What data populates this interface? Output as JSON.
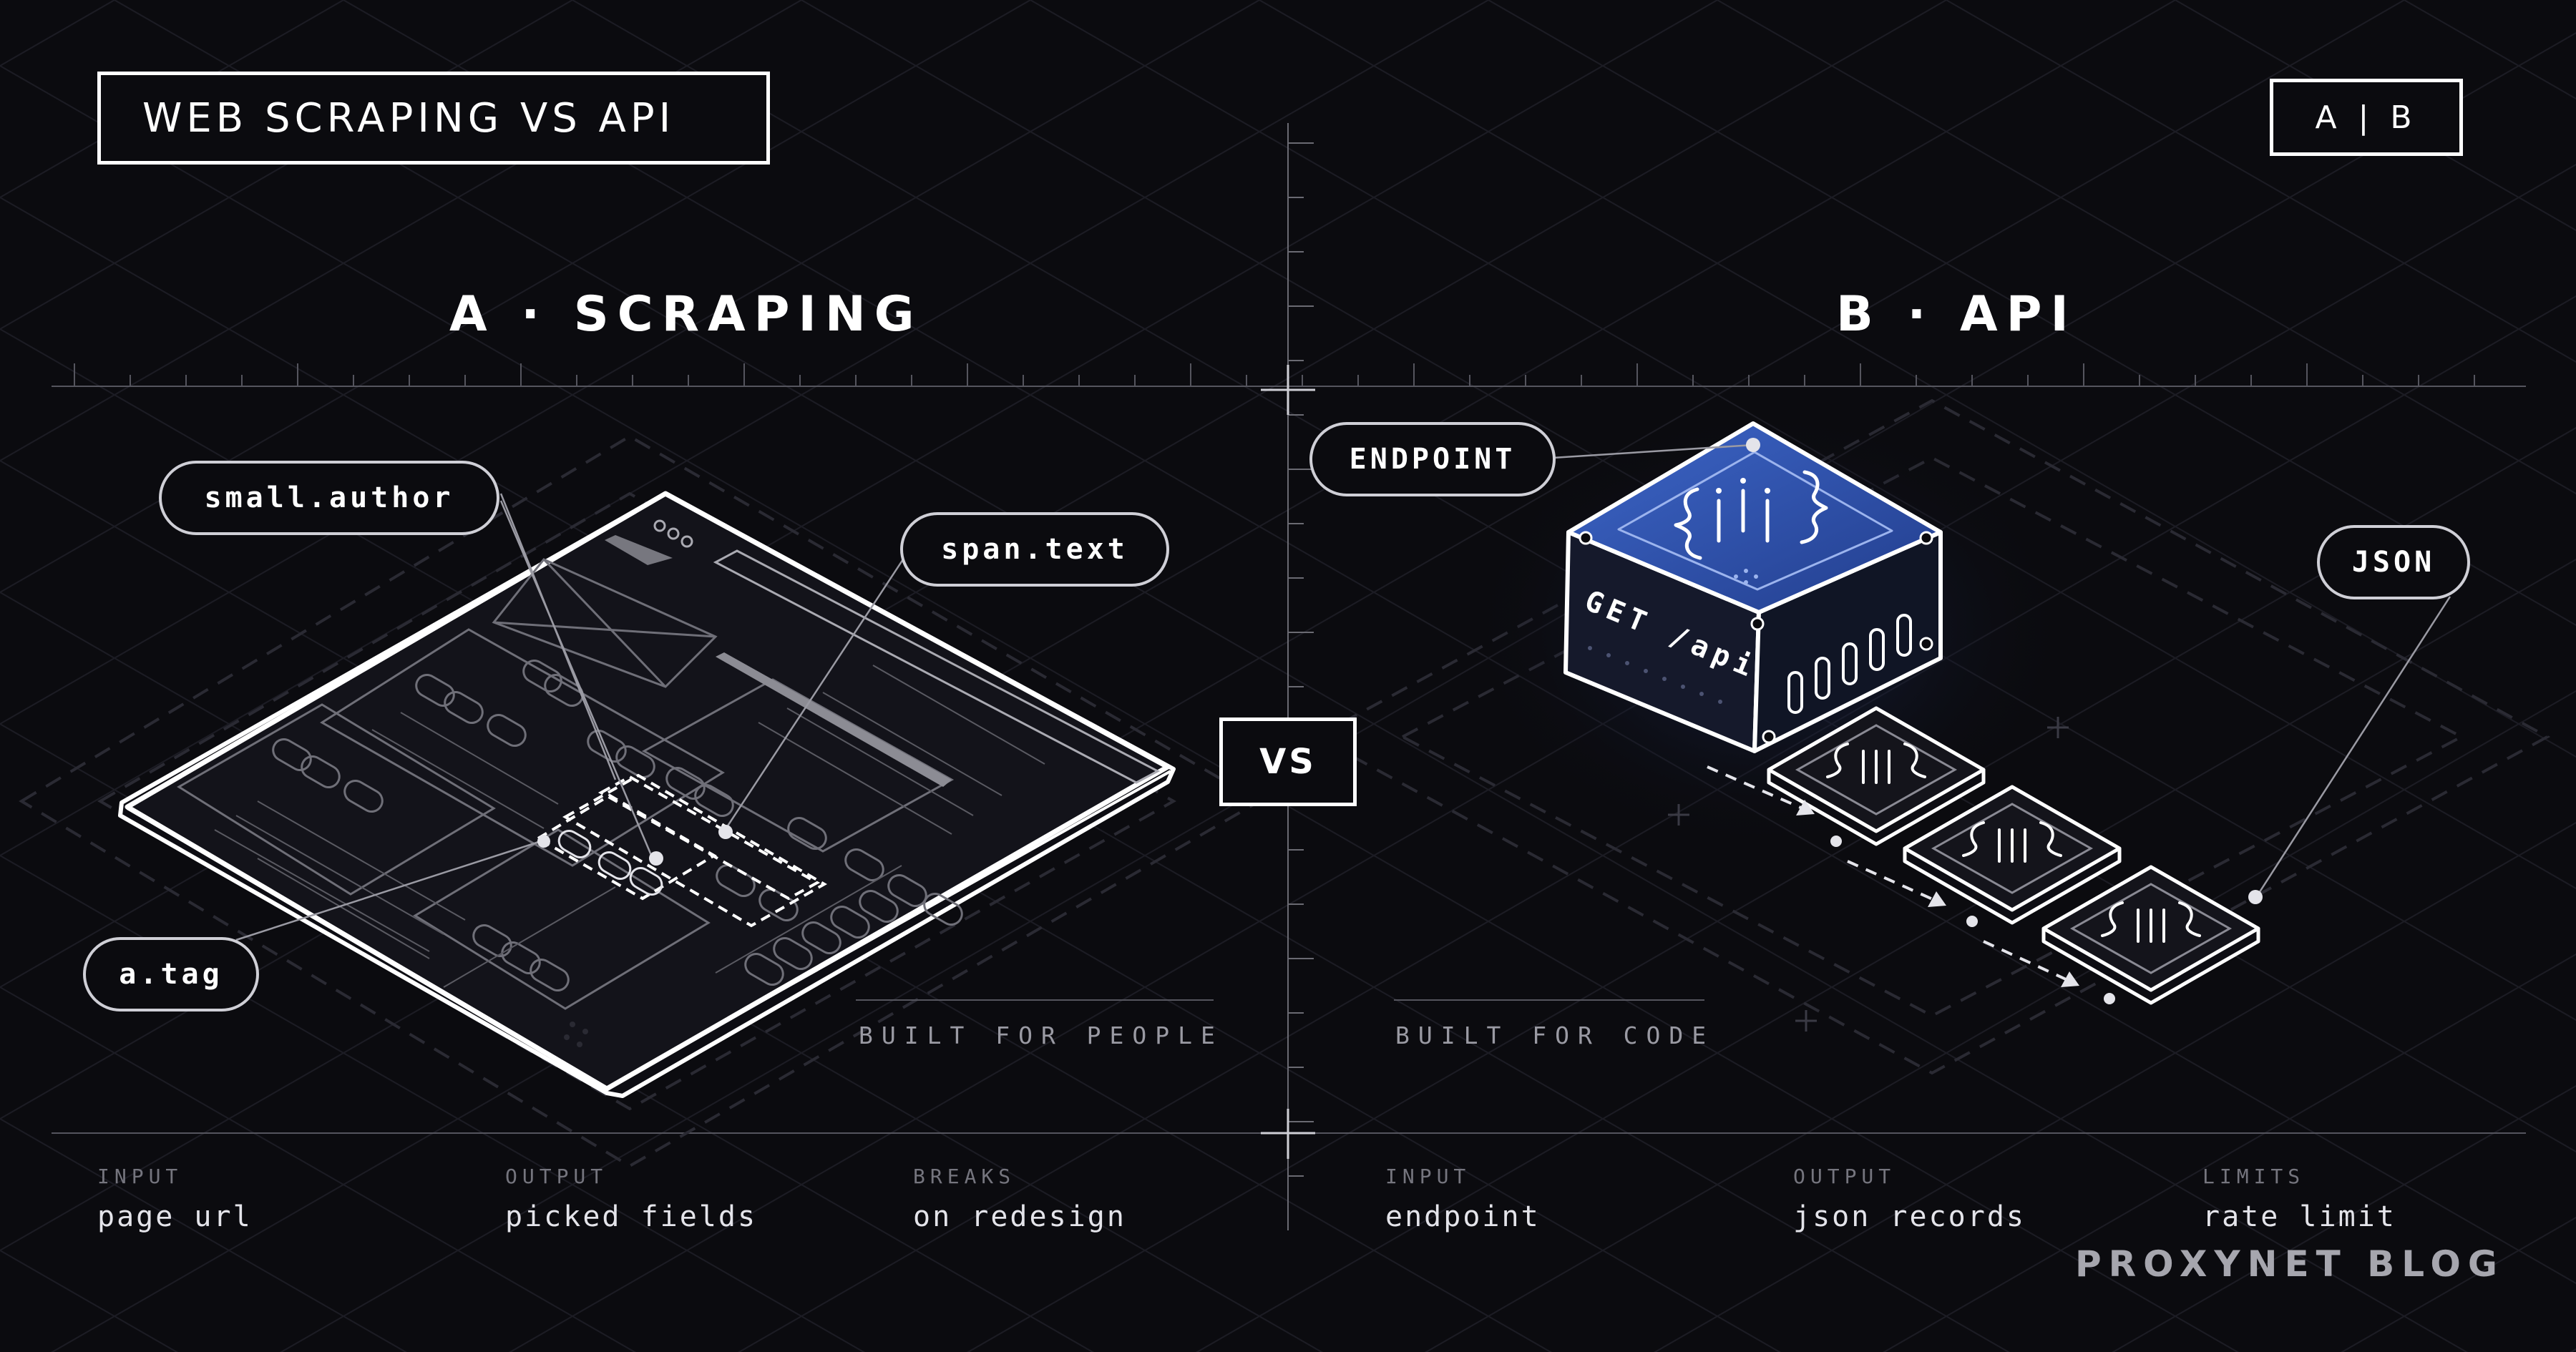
{
  "header": {
    "title": "WEB SCRAPING VS API",
    "toggle": "A | B"
  },
  "vs_label": "VS",
  "sections": {
    "scraping": {
      "title": "A · SCRAPING",
      "caption": "BUILT FOR PEOPLE",
      "labels": {
        "author": "small.author",
        "text": "span.text",
        "tag": "a.tag"
      },
      "footer": [
        {
          "label": "INPUT",
          "value": "page url"
        },
        {
          "label": "OUTPUT",
          "value": "picked fields"
        },
        {
          "label": "BREAKS",
          "value": "on redesign"
        }
      ]
    },
    "api": {
      "title": "B · API",
      "caption": "BUILT FOR CODE",
      "labels": {
        "endpoint": "ENDPOINT",
        "json": "JSON",
        "request": "GET /api"
      },
      "footer": [
        {
          "label": "INPUT",
          "value": "endpoint"
        },
        {
          "label": "OUTPUT",
          "value": "json records"
        },
        {
          "label": "LIMITS",
          "value": "rate limit"
        }
      ]
    }
  },
  "brand": "PROXYNET BLOG",
  "colors": {
    "background": "#0b0b0f",
    "line": "#ffffff",
    "accent_blue": "#2f56b8",
    "muted_text": "#9a9aa3"
  }
}
